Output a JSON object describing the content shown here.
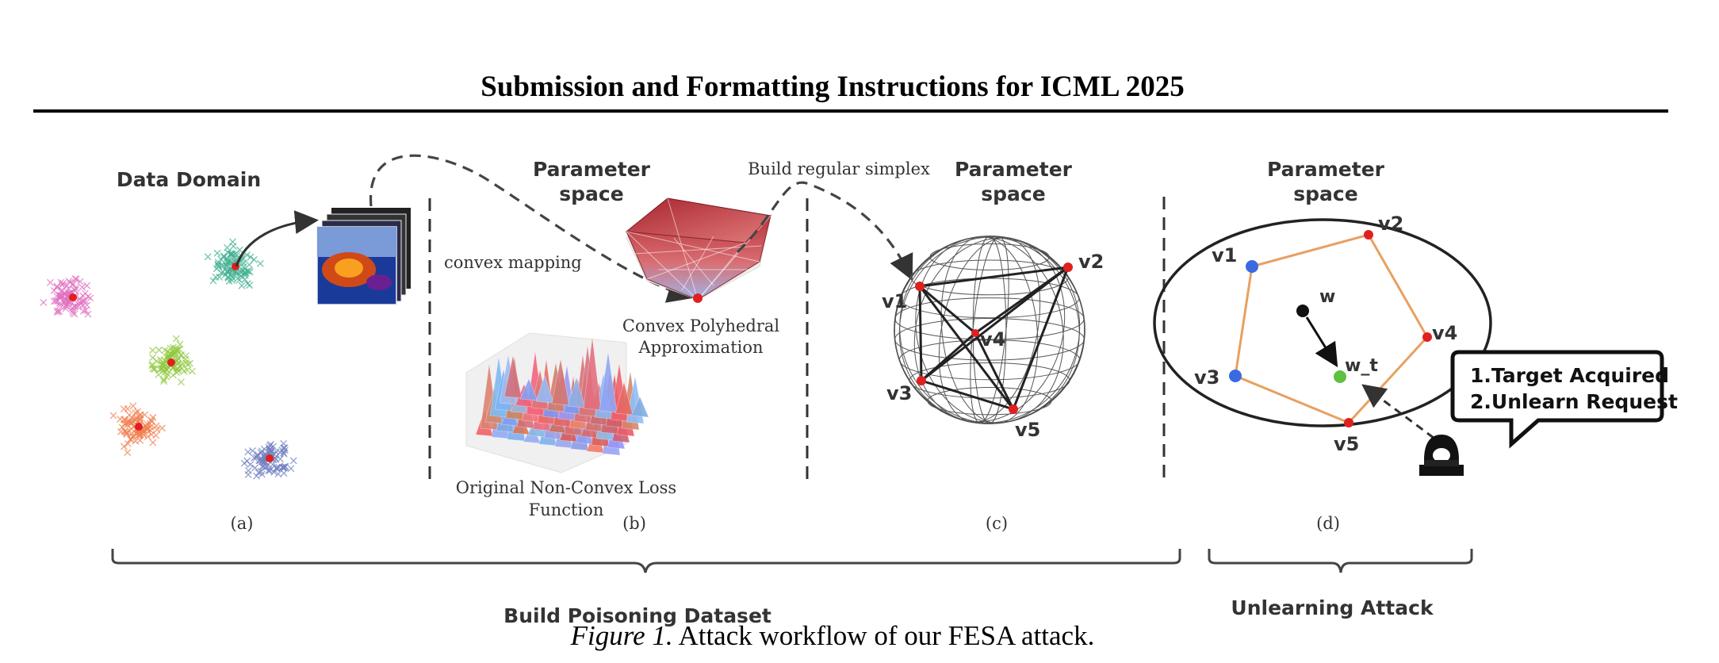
{
  "header": {
    "title": "Submission and Formatting Instructions for ICML 2025"
  },
  "figure": {
    "panel_a": {
      "title": "Data Domain",
      "label": "(a)"
    },
    "panel_b": {
      "title_line1": "Parameter",
      "title_line2": "space",
      "convex_mapping": "convex mapping",
      "polyhedral_line1": "Convex Polyhedral",
      "polyhedral_line2": "Approximation",
      "nonconvex_line1": "Original Non-Convex Loss",
      "nonconvex_line2": "Function",
      "label": "(b)"
    },
    "panel_c": {
      "build_simplex": "Build regular simplex",
      "title_line1": "Parameter",
      "title_line2": "space",
      "vertices": [
        "v1",
        "v2",
        "v3",
        "v4",
        "v5"
      ],
      "label": "(c)"
    },
    "panel_d": {
      "title_line1": "Parameter",
      "title_line2": "space",
      "vertices": [
        "v1",
        "v2",
        "v3",
        "v4",
        "v5"
      ],
      "w": "w",
      "w_t": "w_t",
      "speech_line1": "1.Target Acquired",
      "speech_line2": "2.Unlearn Request",
      "label": "(d)"
    },
    "brace_left_label": "Build Poisoning Dataset",
    "brace_right_label": "Unlearning Attack",
    "colors": {
      "cluster_pink": "#e070c0",
      "cluster_teal": "#40b090",
      "cluster_green": "#90c840",
      "cluster_orange": "#f08050",
      "cluster_blue": "#7080c0",
      "red_point": "#e02020",
      "blue_point": "#3a6ae0",
      "green_point": "#60c040",
      "polygon_edge": "#e8a060"
    }
  },
  "caption": {
    "figure_label": "Figure 1.",
    "text": " Attack workflow of our FESA attack."
  }
}
